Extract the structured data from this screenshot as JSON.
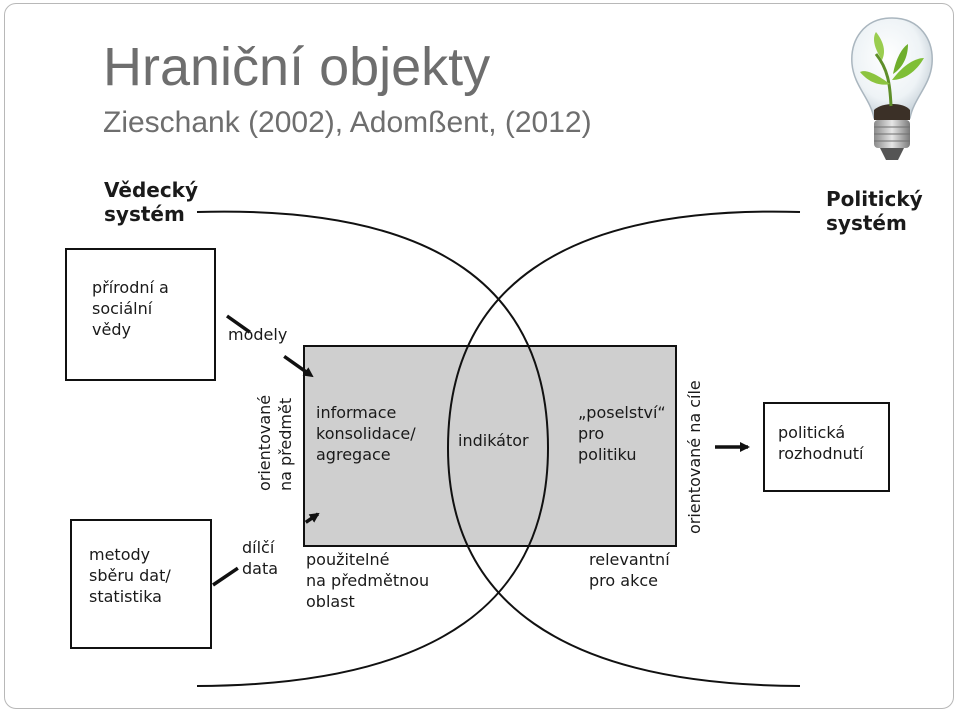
{
  "slide": {
    "title": "Hraniční objekty",
    "subtitle": "Zieschank (2002), Adomßent, (2012)"
  },
  "diagram": {
    "scientific_system": [
      "Vědecký",
      "systém"
    ],
    "political_system": [
      "Politický",
      "systém"
    ],
    "box_sciences": [
      "přírodní a",
      "sociální",
      "vědy"
    ],
    "box_methods": [
      "metody",
      "sběru dat/",
      "statistika"
    ],
    "box_decisions": [
      "politická",
      "rozhodnutí"
    ],
    "label_models": "modely",
    "label_partial_data": [
      "dílčí",
      "data"
    ],
    "label_subject_oriented": [
      "orientované",
      "na předmět"
    ],
    "label_goal_oriented": "orientované na cíle",
    "label_information": [
      "informace",
      "konsolidace/",
      "agregace"
    ],
    "label_indicator": "indikátor",
    "label_message": [
      "„poselství“",
      "pro",
      "politiku"
    ],
    "label_usable": [
      "použitelné",
      "na předmětnou",
      "oblast"
    ],
    "label_relevant": [
      "relevantní",
      "pro akce"
    ]
  }
}
